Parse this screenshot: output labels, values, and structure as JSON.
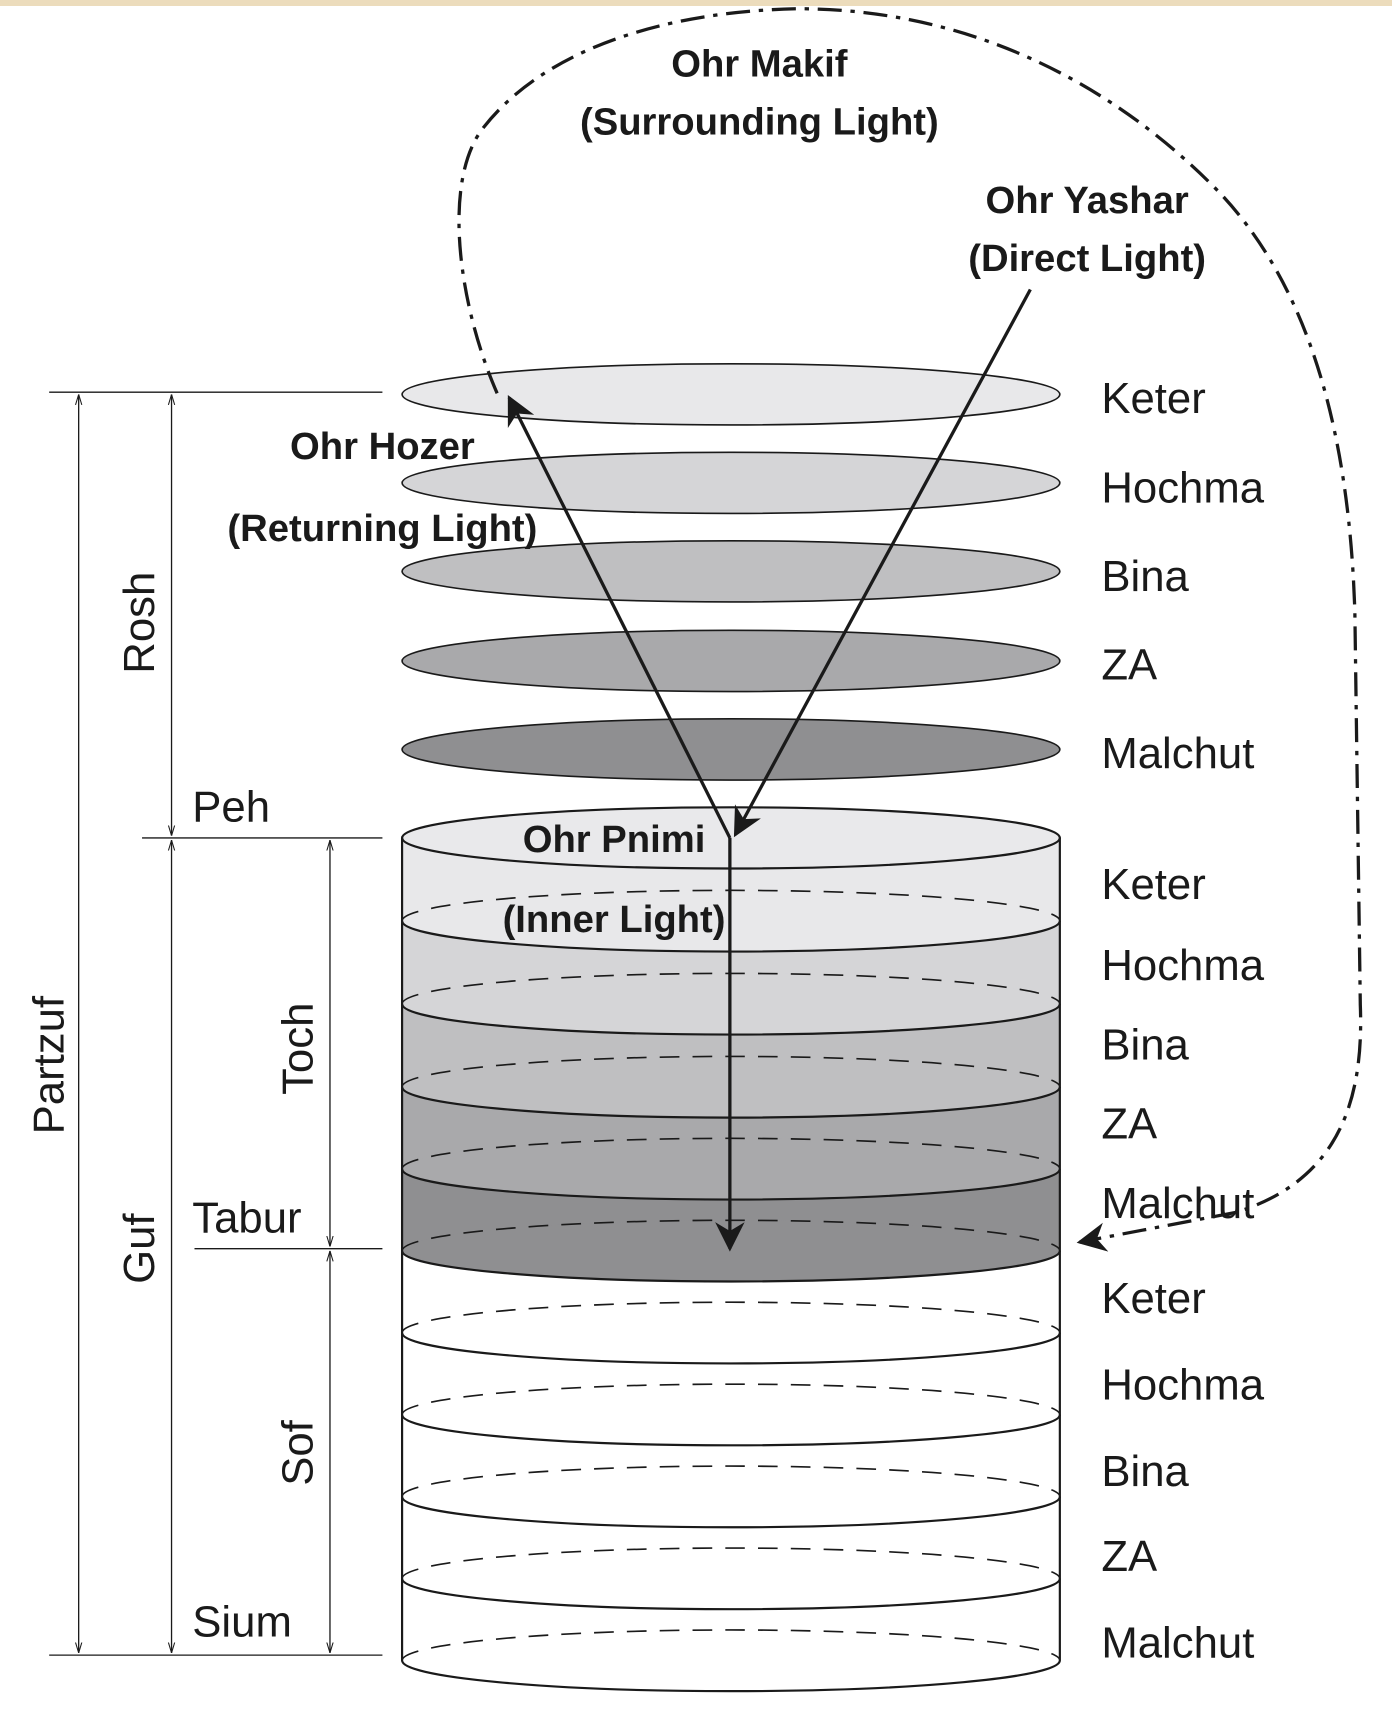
{
  "labels": {
    "ohr_makif": "Ohr Makif",
    "ohr_makif_sub": "(Surrounding Light)",
    "ohr_yashar": "Ohr Yashar",
    "ohr_yashar_sub": "(Direct Light)",
    "ohr_hozer": "Ohr Hozer",
    "ohr_hozer_sub": "(Returning Light)",
    "ohr_pnimi": "Ohr Pnimi",
    "ohr_pnimi_sub": "(Inner Light)"
  },
  "dimensions": {
    "partzuf": "Partzuf",
    "rosh": "Rosh",
    "guf": "Guf",
    "toch": "Toch",
    "sof": "Sof",
    "peh": "Peh",
    "tabur": "Tabur",
    "sium": "Sium"
  },
  "rosh_sefirot": [
    "Keter",
    "Hochma",
    "Bina",
    "ZA",
    "Malchut"
  ],
  "toch_sefirot": [
    "Keter",
    "Hochma",
    "Bina",
    "ZA",
    "Malchut"
  ],
  "sof_sefirot": [
    "Keter",
    "Hochma",
    "Bina",
    "ZA",
    "Malchut"
  ],
  "colors": {
    "shades": [
      "#e8e8ea",
      "#d5d5d7",
      "#bfbfc1",
      "#a9a9ab",
      "#8f8f91"
    ],
    "ink": "#1a1a1a"
  }
}
